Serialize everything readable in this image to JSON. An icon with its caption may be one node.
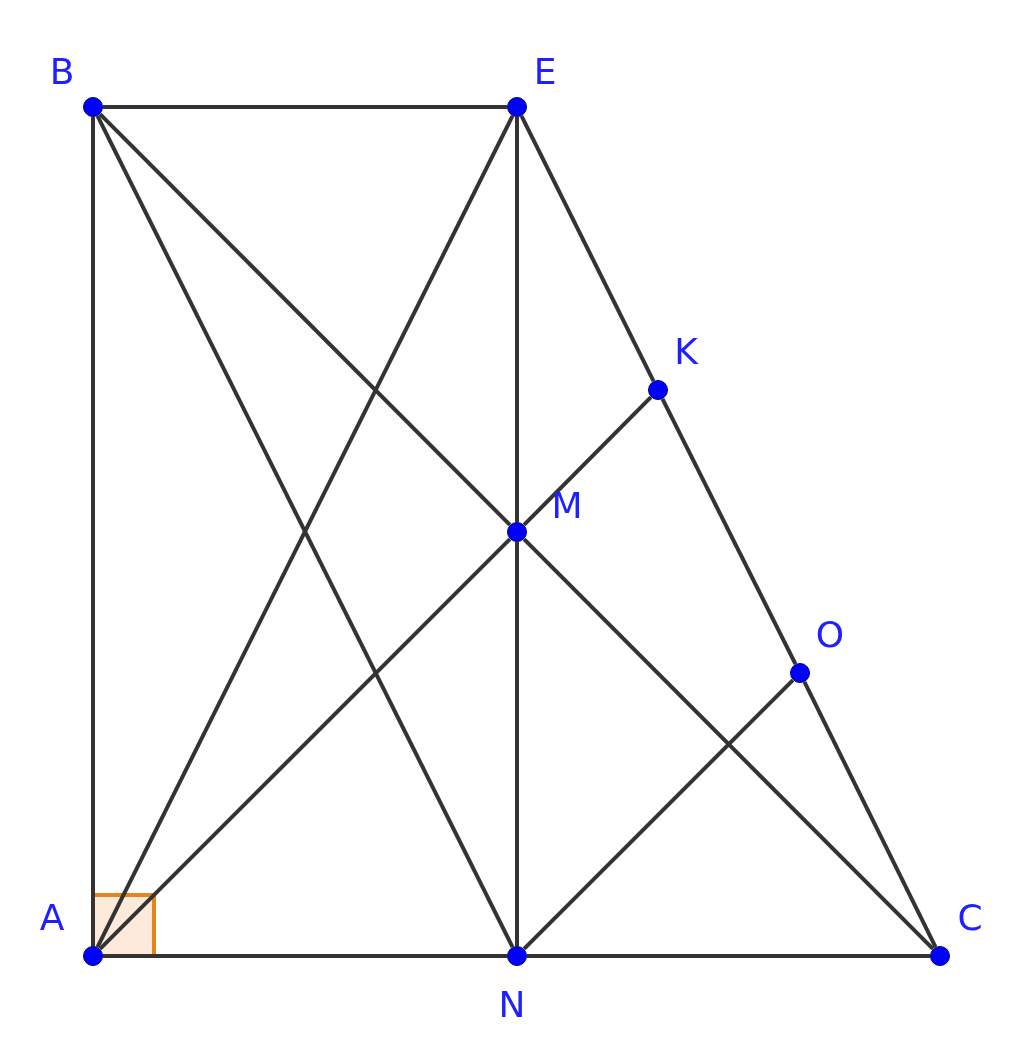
{
  "diagram": {
    "nodes": [
      {
        "text": [
          "B"
        ]
      },
      {
        "text": [
          "E"
        ]
      },
      {
        "text": [
          "K"
        ]
      },
      {
        "text": [
          "M"
        ]
      },
      {
        "text": [
          "O"
        ]
      },
      {
        "text": [
          "A"
        ]
      },
      {
        "text": [
          "N"
        ]
      },
      {
        "text": [
          "C"
        ]
      }
    ],
    "edges": [
      {
        "from": 0,
        "to": 1,
        "arrow": "none"
      },
      {
        "from": 0,
        "to": 5,
        "arrow": "none"
      },
      {
        "from": 0,
        "to": 6,
        "arrow": "none"
      },
      {
        "from": 0,
        "to": 3,
        "arrow": "none"
      },
      {
        "from": 3,
        "to": 7,
        "arrow": "none"
      },
      {
        "from": 1,
        "to": 5,
        "arrow": "none"
      },
      {
        "from": 1,
        "to": 3,
        "arrow": "none"
      },
      {
        "from": 3,
        "to": 6,
        "arrow": "none"
      },
      {
        "from": 1,
        "to": 2,
        "arrow": "none"
      },
      {
        "from": 2,
        "to": 4,
        "arrow": "none"
      },
      {
        "from": 4,
        "to": 7,
        "arrow": "none"
      },
      {
        "from": 5,
        "to": 3,
        "arrow": "none"
      },
      {
        "from": 3,
        "to": 2,
        "arrow": "none"
      },
      {
        "from": 5,
        "to": 6,
        "arrow": "none"
      },
      {
        "from": 6,
        "to": 7,
        "arrow": "none"
      },
      {
        "from": 6,
        "to": 4,
        "arrow": "none"
      }
    ]
  }
}
